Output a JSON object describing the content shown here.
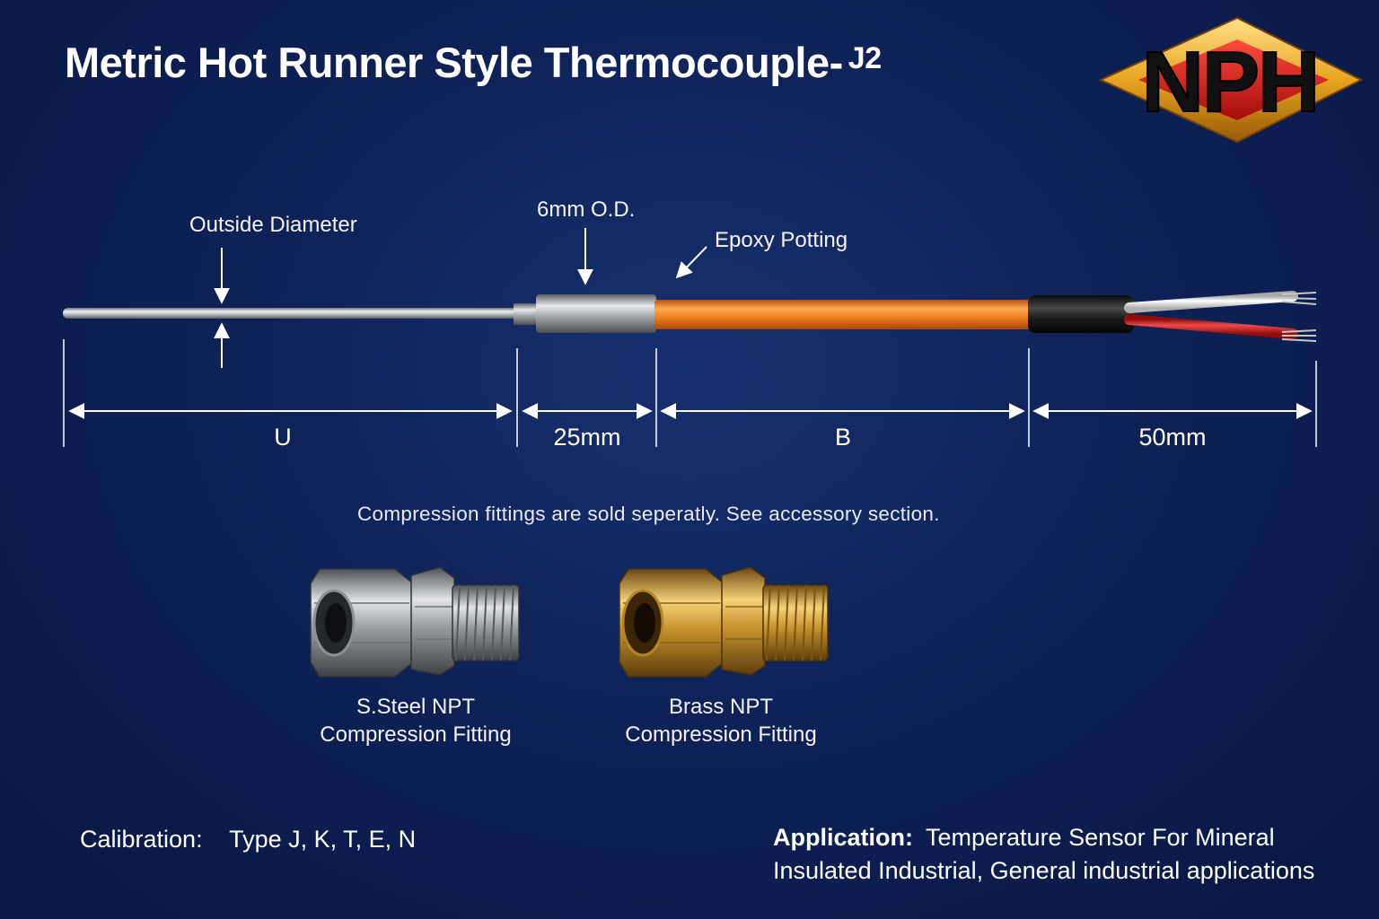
{
  "title": {
    "main": "Metric Hot Runner Style Thermocouple-",
    "model": "J2"
  },
  "logo": {
    "text": "NPH",
    "colors": {
      "diamond": "#e8a520",
      "center": "#d81818",
      "letters": "#111111"
    }
  },
  "callouts": {
    "outside_diameter": "Outside Diameter",
    "od_6mm": "6mm O.D.",
    "epoxy_potting": "Epoxy Potting"
  },
  "dimensions": {
    "u": "U",
    "d25": "25mm",
    "b": "B",
    "d50": "50mm"
  },
  "note": "Compression fittings are sold seperatly. See accessory section.",
  "fittings": [
    {
      "line1": "S.Steel NPT",
      "line2": "Compression Fitting",
      "material_color": "#a8aaae"
    },
    {
      "line1": "Brass NPT",
      "line2": "Compression Fitting",
      "material_color": "#c9952e"
    }
  ],
  "calibration": {
    "label": "Calibration:",
    "value": "Type J, K, T, E, N"
  },
  "application": {
    "label": "Application:",
    "line1": "Temperature Sensor For Mineral",
    "line2": "Insulated Industrial, General industrial applications"
  },
  "colors": {
    "background": "#0e2257",
    "cable": "#f07f1e",
    "probe": "#c9ccd1",
    "wire_red": "#d42020",
    "wire_white": "#f4f4f4"
  }
}
